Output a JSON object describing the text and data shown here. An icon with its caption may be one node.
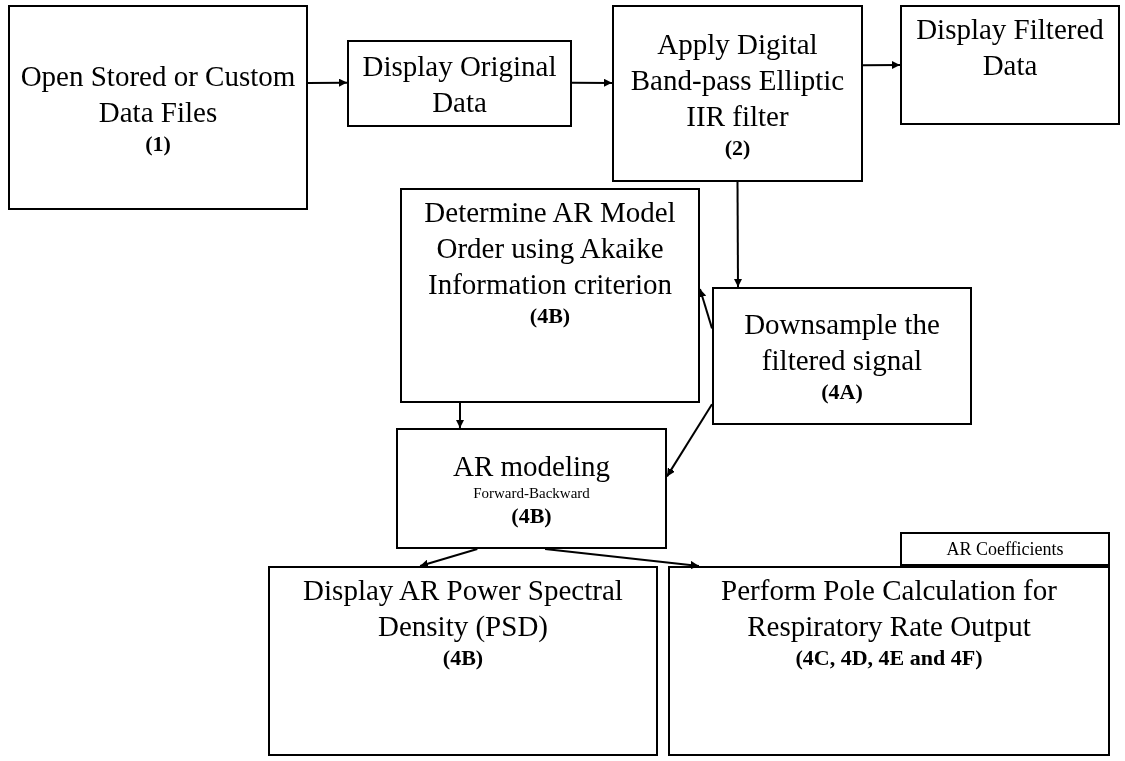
{
  "diagram": {
    "nodes": [
      {
        "text": [
          "Open Stored or Custom Data Files",
          "(1)"
        ]
      },
      {
        "text": [
          "Display Original Data"
        ]
      },
      {
        "text": [
          "Apply Digital Band-pass Elliptic IIR filter",
          "(2)"
        ]
      },
      {
        "text": [
          "Display Filtered Data"
        ]
      },
      {
        "text": [
          "Determine AR Model Order using Akaike Information criterion",
          "(4B)"
        ]
      },
      {
        "text": [
          "Downsample the filtered signal",
          "(4A)"
        ]
      },
      {
        "text": [
          "AR modeling",
          "Forward-Backward",
          "(4B)"
        ]
      },
      {
        "text": [
          "AR Coefficients"
        ]
      },
      {
        "text": [
          "Display AR Power Spectral Density (PSD)",
          "(4B)"
        ]
      },
      {
        "text": [
          "Perform Pole Calculation for Respiratory Rate Output",
          "(4C, 4D, 4E and 4F)"
        ]
      }
    ],
    "edges": [
      {
        "from": 0,
        "to": 1,
        "arrow": "to"
      },
      {
        "from": 1,
        "to": 2,
        "arrow": "to"
      },
      {
        "from": 2,
        "to": 3,
        "arrow": "to"
      },
      {
        "from": 2,
        "to": 5,
        "arrow": "to"
      },
      {
        "from": 5,
        "to": 4,
        "arrow": "to"
      },
      {
        "from": 4,
        "to": 6,
        "arrow": "to"
      },
      {
        "from": 5,
        "to": 6,
        "arrow": "to"
      },
      {
        "from": 6,
        "to": 8,
        "arrow": "to"
      },
      {
        "from": 6,
        "to": 9,
        "arrow": "to"
      }
    ]
  }
}
